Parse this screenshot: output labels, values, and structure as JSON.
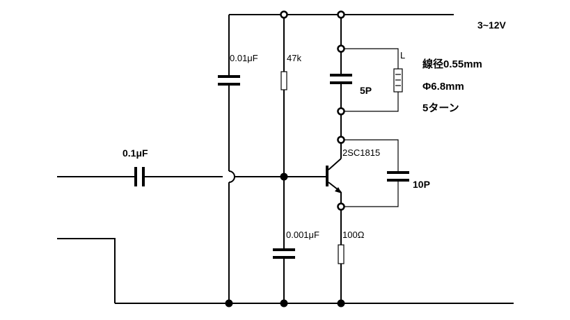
{
  "labels": {
    "supply": "3~12V",
    "c_bypass": "0.01μF",
    "r_bias": "47k",
    "inductor": "L",
    "c_tank": "5P",
    "wire_dia": "線径0.55mm",
    "coil_dia": "Φ6.8mm",
    "turns": "5ターン",
    "transistor": "2SC1815",
    "c_feedback": "10P",
    "c_input": "0.1μF",
    "c_base": "0.001μF",
    "r_emitter": "100Ω"
  }
}
